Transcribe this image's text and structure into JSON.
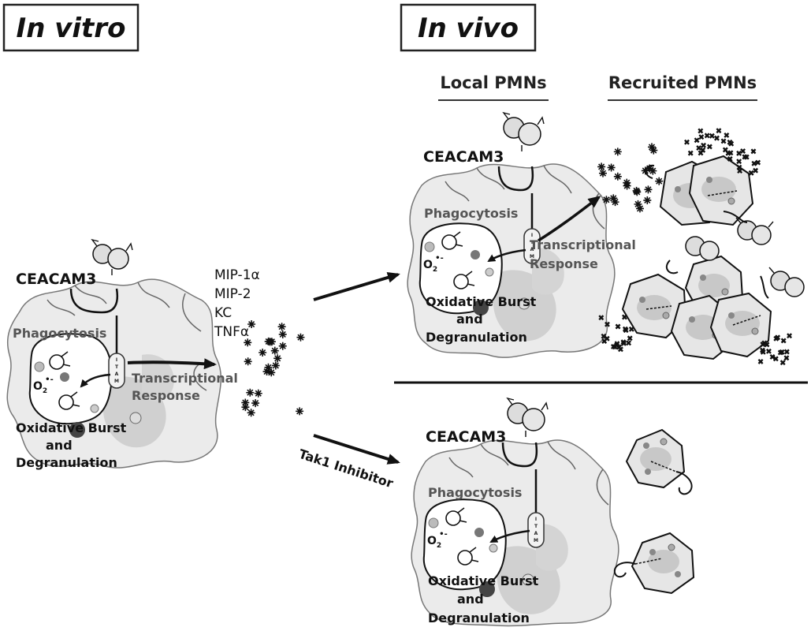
{
  "titles": {
    "in_vitro": "In vitro",
    "in_vivo": "In vivo"
  },
  "headers": {
    "local": "Local PMNs",
    "recruited": "Recruited PMNs"
  },
  "receptor": "CEACAM3",
  "motif": [
    "I",
    "T",
    "A",
    "M"
  ],
  "labels": {
    "phagocytosis": "Phagocytosis",
    "transcriptional": [
      "Transcriptional",
      "Response"
    ],
    "oxidative": [
      "Oxidative Burst",
      "and",
      "Degranulation"
    ],
    "superoxide": "O",
    "superoxide_sub": "2",
    "superoxide_sup": "•-"
  },
  "mediators": [
    "MIP-1α",
    "MIP-2",
    "KC",
    "TNFα"
  ],
  "inhibitor": "Tak1 Inhibitor",
  "colors": {
    "cell_fill": "#ebebeb",
    "nucleus": "#cfcfcf",
    "line": "#111111",
    "label_gray": "#555555"
  }
}
